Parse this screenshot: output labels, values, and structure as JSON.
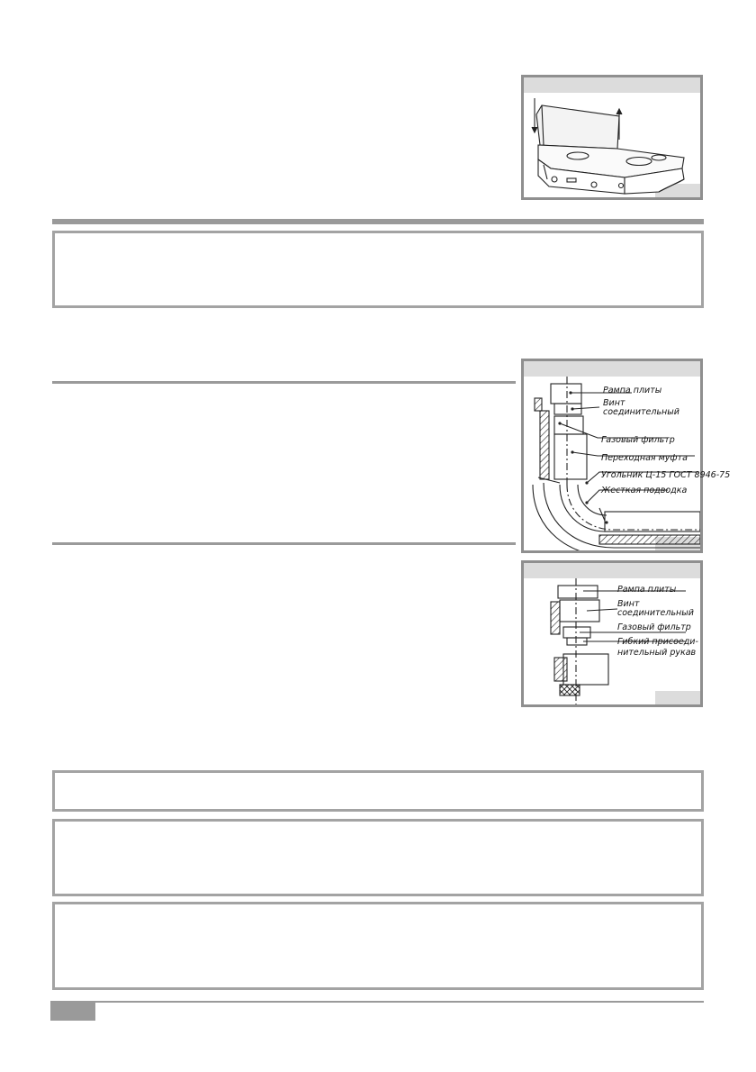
{
  "figure_fig2_labels": {
    "ramp": "Рампа плиты",
    "screw_1": "Винт",
    "screw_2": "соединительный",
    "filter": "Газовый фильтр",
    "coupling": "Переходная муфта",
    "elbow": "Угольник Ц-15 ГОСТ 8946-75",
    "rigid": "Жесткая подводка"
  },
  "figure_fig3_labels": {
    "ramp": "Рампа плиты",
    "screw_1": "Винт",
    "screw_2": "соединительный",
    "filter": "Газовый фильтр",
    "hose_1": "Гибкий присоеди-",
    "hose_2": "нительный рукав"
  },
  "colors": {
    "frame": "#8f8f8f",
    "rule": "#9a9a9a",
    "header_fill": "#dcdcdc"
  }
}
